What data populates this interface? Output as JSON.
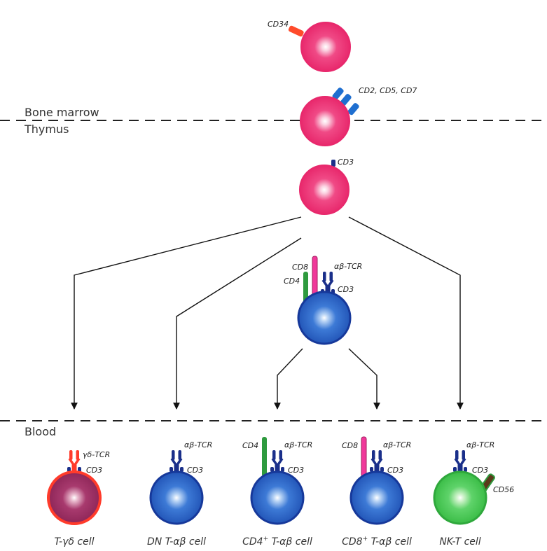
{
  "regions": {
    "bone_marrow": "Bone marrow",
    "thymus": "Thymus",
    "blood": "Blood"
  },
  "markers": {
    "cd34": "CD34",
    "cd2_cd5_cd7": "CD2, CD5, CD7",
    "cd3": "CD3",
    "cd4": "CD4",
    "cd8": "CD8",
    "ab_tcr": "αβ-TCR",
    "gd_tcr": "γδ-TCR",
    "cd56": "CD56"
  },
  "cells": {
    "gd": "T-γδ cell",
    "dn": "DN T-αβ cell",
    "cd4_base": "CD4",
    "cd4_rest": " T-αβ cell",
    "cd8_base": "CD8",
    "cd8_rest": " T-αβ cell",
    "plus": "+",
    "nkt": "NK-T cell"
  },
  "colors": {
    "progenitor": "#f0307a",
    "t_cell_blue": "#1f4fb5",
    "nk_green": "#3cc24a",
    "gd_cell": "#9b2a60",
    "cd34": "#ff4b2b",
    "cd4_green": "#2e9a3e",
    "cd8_pink": "#f0389a",
    "tcr_navy": "#1a2f8a",
    "cd56": "#5a3a1a"
  }
}
